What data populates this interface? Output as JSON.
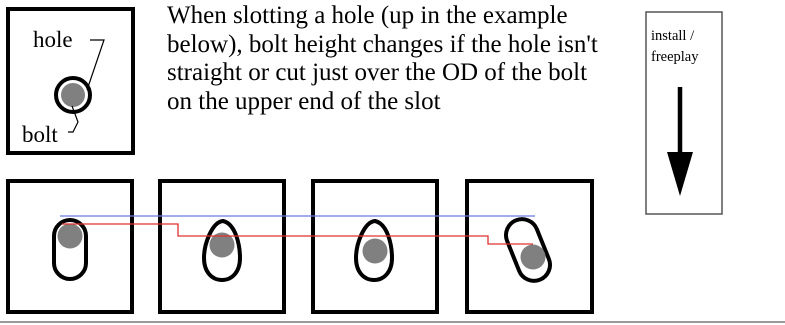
{
  "legend_box": {
    "hole_label": "hole",
    "bolt_label": "bolt"
  },
  "caption": "When slotting a hole (up in the example below), bolt height changes if the hole isn't straight or cut just over the OD of the bolt on the upper end of the slot",
  "install_box": {
    "label_line1": "install /",
    "label_line2": "freeplay"
  },
  "colors": {
    "outline": "#000000",
    "bolt_fill": "#808080",
    "reference_line": "#6b7be0",
    "height_line": "#e03030",
    "bottom_rule": "#9a9a9a"
  },
  "icons": {
    "arrow": "down-arrow-icon"
  }
}
